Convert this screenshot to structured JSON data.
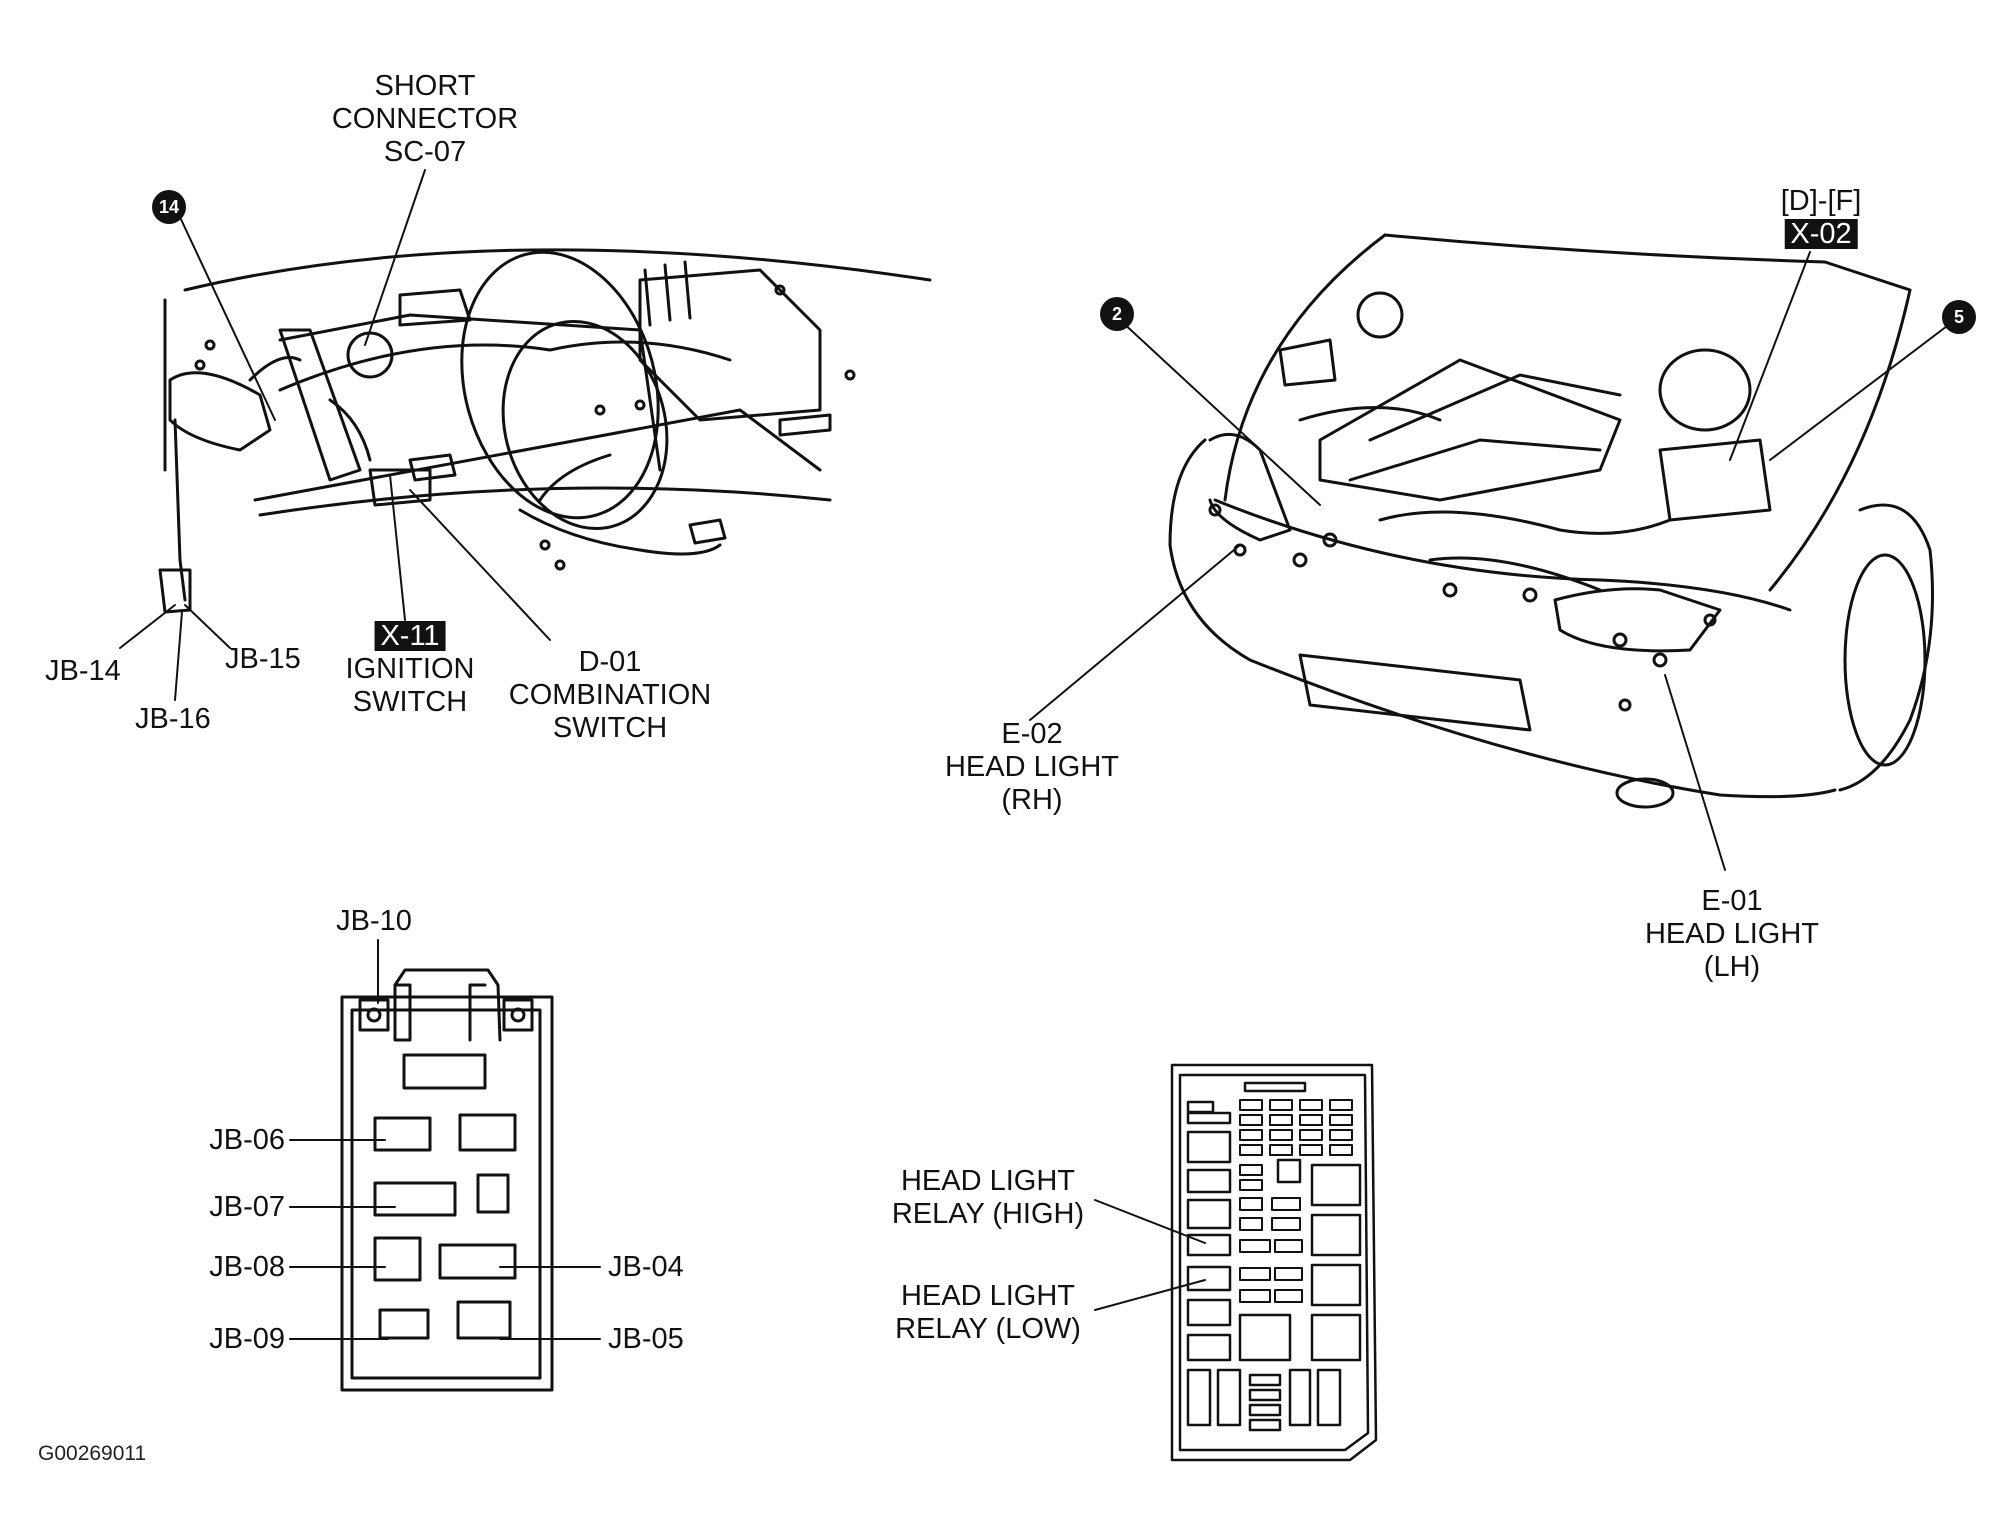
{
  "labels": {
    "short_connector": [
      "SHORT",
      "CONNECTOR",
      "SC-07"
    ],
    "ignition_switch": {
      "code": "X-11",
      "lines": [
        "IGNITION",
        "SWITCH"
      ]
    },
    "combination_switch": [
      "D-01",
      "COMBINATION",
      "SWITCH"
    ],
    "jb14": "JB-14",
    "jb15": "JB-15",
    "jb16": "JB-16",
    "df": "[D]-[F]",
    "x02": "X-02",
    "head_light_rh": [
      "E-02",
      "HEAD LIGHT",
      "(RH)"
    ],
    "head_light_lh": [
      "E-01",
      "HEAD LIGHT",
      "(LH)"
    ],
    "jb10": "JB-10",
    "jb06": "JB-06",
    "jb07": "JB-07",
    "jb08": "JB-08",
    "jb09": "JB-09",
    "jb04": "JB-04",
    "jb05": "JB-05",
    "relay_high": [
      "HEAD LIGHT",
      "RELAY (HIGH)"
    ],
    "relay_low": [
      "HEAD LIGHT",
      "RELAY (LOW)"
    ]
  },
  "badges": {
    "b14": "14",
    "b2": "2",
    "b5": "5"
  },
  "figure_code": "G00269011"
}
